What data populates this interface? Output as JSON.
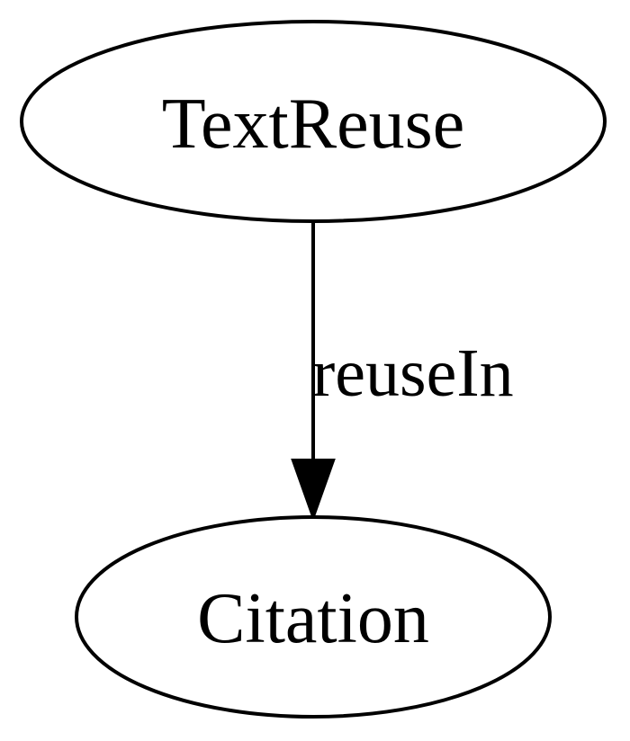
{
  "diagram": {
    "nodes": [
      {
        "id": "textreuse",
        "label": "TextReuse"
      },
      {
        "id": "citation",
        "label": "Citation"
      }
    ],
    "edges": [
      {
        "from": "textreuse",
        "to": "citation",
        "label": "reuseIn"
      }
    ]
  }
}
